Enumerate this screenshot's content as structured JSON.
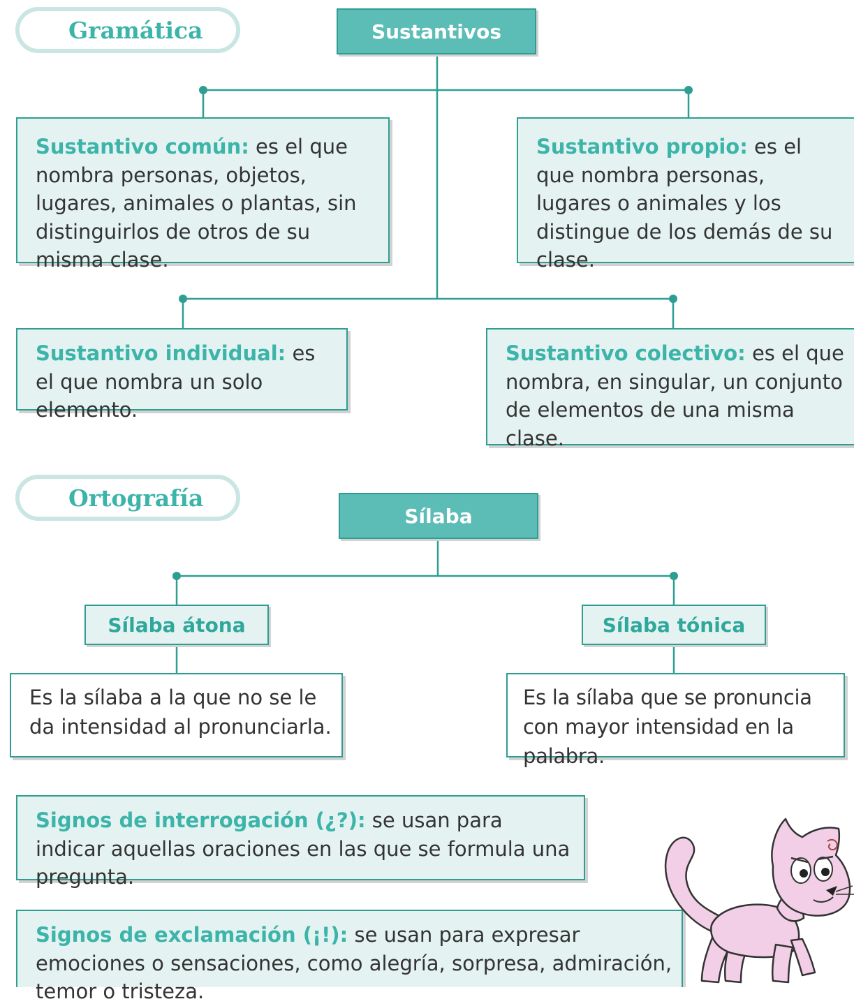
{
  "gramatica": {
    "section_label": "Gramática",
    "title": "Sustantivos",
    "comun": {
      "term": "Sustantivo común:",
      "text": " es el que nombra personas, objetos, lugares, animales o plantas, sin distinguirlos de otros de su misma clase."
    },
    "propio": {
      "term": "Sustantivo propio:",
      "text": " es el que nombra personas, lugares o animales y los distingue de los demás de su clase."
    },
    "individual": {
      "term": "Sustantivo individual:",
      "text": " es el que nombra un solo elemento."
    },
    "colectivo": {
      "term": "Sustantivo colectivo:",
      "text": " es el que nombra, en singular, un conjunto de elementos de una misma clase."
    }
  },
  "ortografia": {
    "section_label": "Ortografía",
    "title": "Sílaba",
    "atona": {
      "label": "Sílaba átona",
      "text": "Es la sílaba a la que no se le da intensidad al pronunciarla."
    },
    "tonica": {
      "label": "Sílaba tónica",
      "text": "Es la sílaba que se pronuncia con mayor intensidad en la palabra."
    },
    "interrogacion": {
      "term": "Signos de interrogación (¿?):",
      "text": " se usan para indicar aquellas oraciones en las que se formula una pregunta."
    },
    "exclamacion": {
      "term": "Signos de exclamación (¡!):",
      "text": " se usan para expresar emociones o sensaciones, como alegría, sorpresa, admiración, temor o tristeza."
    }
  },
  "colors": {
    "accent": "#3cb4a9",
    "header_fill": "#5bbdb5",
    "box_fill": "#e4f3f1",
    "pill_border": "#c9e6e3",
    "cat": "#f2cfe6"
  },
  "illustration": "pink-cat-icon"
}
